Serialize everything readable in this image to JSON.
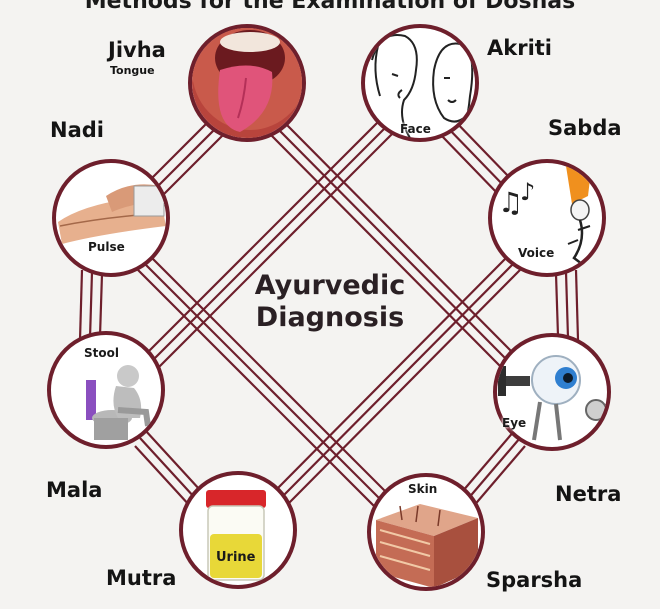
{
  "top_banner": "Methods for the Examination of Doshas",
  "center": {
    "line1": "Ayurvedic",
    "line2": "Diagnosis"
  },
  "nodes": {
    "jivha": {
      "name": "Jivha",
      "sub": "Tongue",
      "inner": ""
    },
    "akriti": {
      "name": "Akriti",
      "sub": "",
      "inner": "Face"
    },
    "nadi": {
      "name": "Nadi",
      "sub": "",
      "inner": "Pulse"
    },
    "sabda": {
      "name": "Sabda",
      "sub": "",
      "inner": "Voice"
    },
    "mala": {
      "name": "Mala",
      "sub": "",
      "inner": "Stool"
    },
    "netra": {
      "name": "Netra",
      "sub": "",
      "inner": "Eye"
    },
    "mutra": {
      "name": "Mutra",
      "sub": "",
      "inner": "Urine"
    },
    "sparsha": {
      "name": "Sparsha",
      "sub": "",
      "inner": "Skin"
    }
  },
  "colors": {
    "ring": "#6e1f2c",
    "lines": "#6e1f2c",
    "background": "#f4f3f1",
    "urine": "#e8d838",
    "cap": "#d8262a"
  }
}
